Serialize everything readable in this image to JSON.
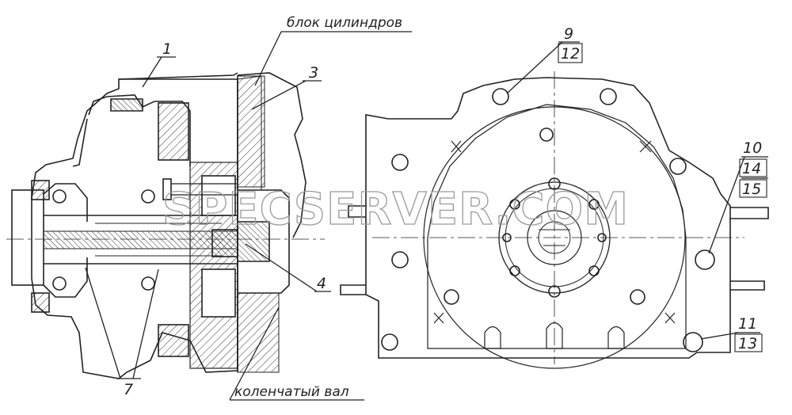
{
  "labels": {
    "cylinder_block": "блок цилиндров",
    "crankshaft": "коленчатый вал",
    "n1": "1",
    "n3": "3",
    "n4": "4",
    "n7": "7",
    "n9": "9",
    "n12": "12",
    "n10": "10",
    "n14": "14",
    "n15": "15",
    "n11": "11",
    "n13": "13"
  },
  "watermark": "SPECSERVER.COM",
  "colors": {
    "line": "#222222",
    "watermark": "#9a9a9a"
  }
}
